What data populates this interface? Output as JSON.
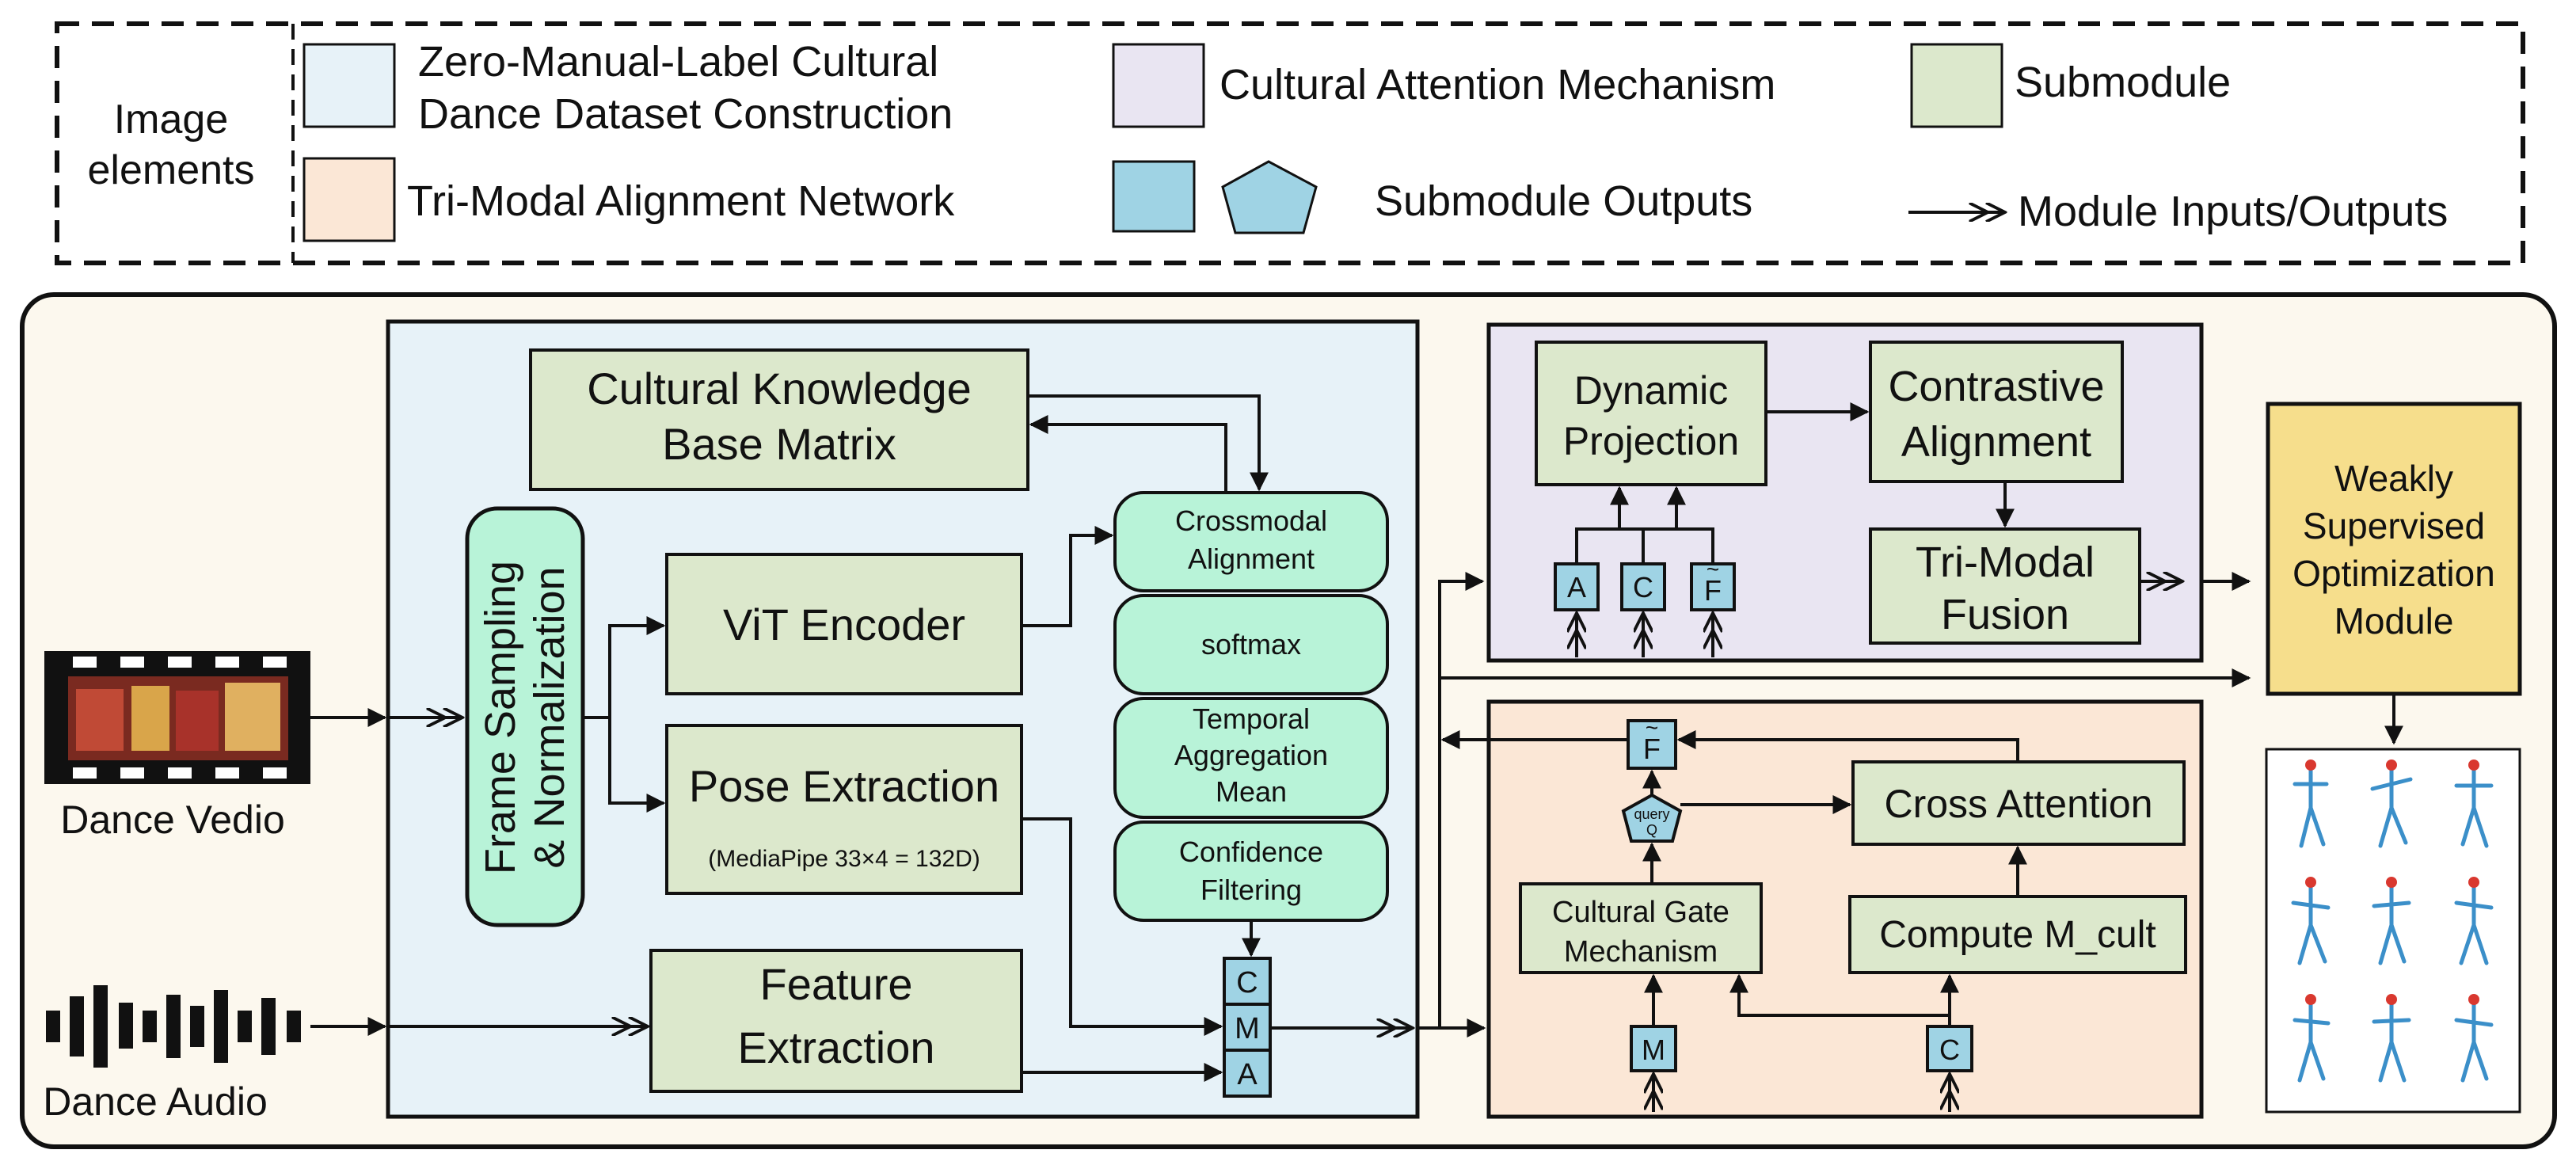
{
  "legend": {
    "title_line1": "Image",
    "title_line2": "elements",
    "dataset_line1": "Zero-Manual-Label Cultural",
    "dataset_line2": "Dance Dataset Construction",
    "tri_modal": "Tri-Modal Alignment Network",
    "cultural_attention": "Cultural Attention Mechanism",
    "submodule": "Submodule",
    "submodule_outputs": "Submodule Outputs",
    "module_io": "Module Inputs/Outputs"
  },
  "inputs": {
    "video_label": "Dance Vedio",
    "audio_label": "Dance Audio"
  },
  "dataset": {
    "kb_line1": "Cultural Knowledge",
    "kb_line2": "Base Matrix",
    "frame_line1": "Frame Sampling",
    "frame_line2": "& Normalization",
    "vit": "ViT Encoder",
    "pose": "Pose Extraction",
    "pose_sub": "(MediaPipe 33×4 = 132D)",
    "feat_line1": "Feature",
    "feat_line2": "Extraction",
    "crossmodal_line1": "Crossmodal",
    "crossmodal_line2": "Alignment",
    "softmax": "softmax",
    "temporal_line1": "Temporal",
    "temporal_line2": "Aggregation",
    "temporal_line3": "Mean",
    "confidence_line1": "Confidence",
    "confidence_line2": "Filtering",
    "out_c": "C",
    "out_m": "M",
    "out_a": "A"
  },
  "tri_modal_net": {
    "dynamic_line1": "Dynamic",
    "dynamic_line2": "Projection",
    "contrastive_line1": "Contrastive",
    "contrastive_line2": "Alignment",
    "fusion_line1": "Tri-Modal",
    "fusion_line2": "Fusion",
    "in_a": "A",
    "in_c": "C",
    "in_f": "F"
  },
  "cultural_attn": {
    "out_f": "F",
    "query_line1": "query",
    "query_line2": "Q",
    "cross_attention": "Cross Attention",
    "gate_line1": "Cultural Gate",
    "gate_line2": "Mechanism",
    "compute": "Compute M_cult",
    "in_m": "M",
    "in_c": "C"
  },
  "weak": {
    "line1": "Weakly",
    "line2": "Supervised",
    "line3": "Optimization",
    "line4": "Module"
  },
  "colors": {
    "dataset_bg": "#e7f2f8",
    "tri_modal_bg": "#fbe7d6",
    "cultural_bg": "#e9e5f2",
    "submodule_bg": "#dce8cc",
    "output_bg": "#9fd3e4",
    "mint": "#b8f3d8",
    "weak_bg": "#f6de8c",
    "outer_bg": "#fcf8ee"
  },
  "icons": [
    "film-strip-icon",
    "audio-waveform-icon",
    "pentagon-icon",
    "double-arrow-icon",
    "skeleton-grid-icon"
  ]
}
